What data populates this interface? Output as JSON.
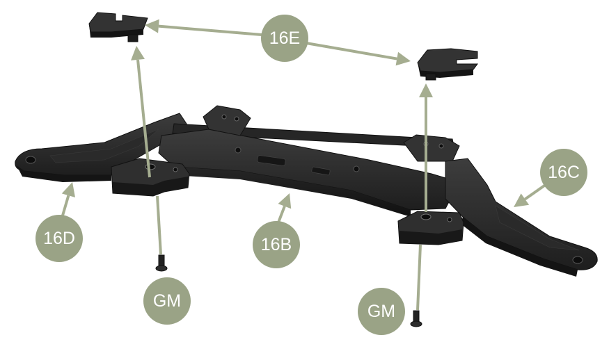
{
  "colors": {
    "badge": "#9aa386",
    "arrow": "#a5ad90",
    "part_dark": "#1c1c1c",
    "part_mid": "#2b2b2b",
    "part_edge": "#4a4a4a"
  },
  "labels": {
    "e": "16E",
    "c": "16C",
    "d": "16D",
    "b": "16B",
    "gm_left": "GM",
    "gm_right": "GM"
  }
}
